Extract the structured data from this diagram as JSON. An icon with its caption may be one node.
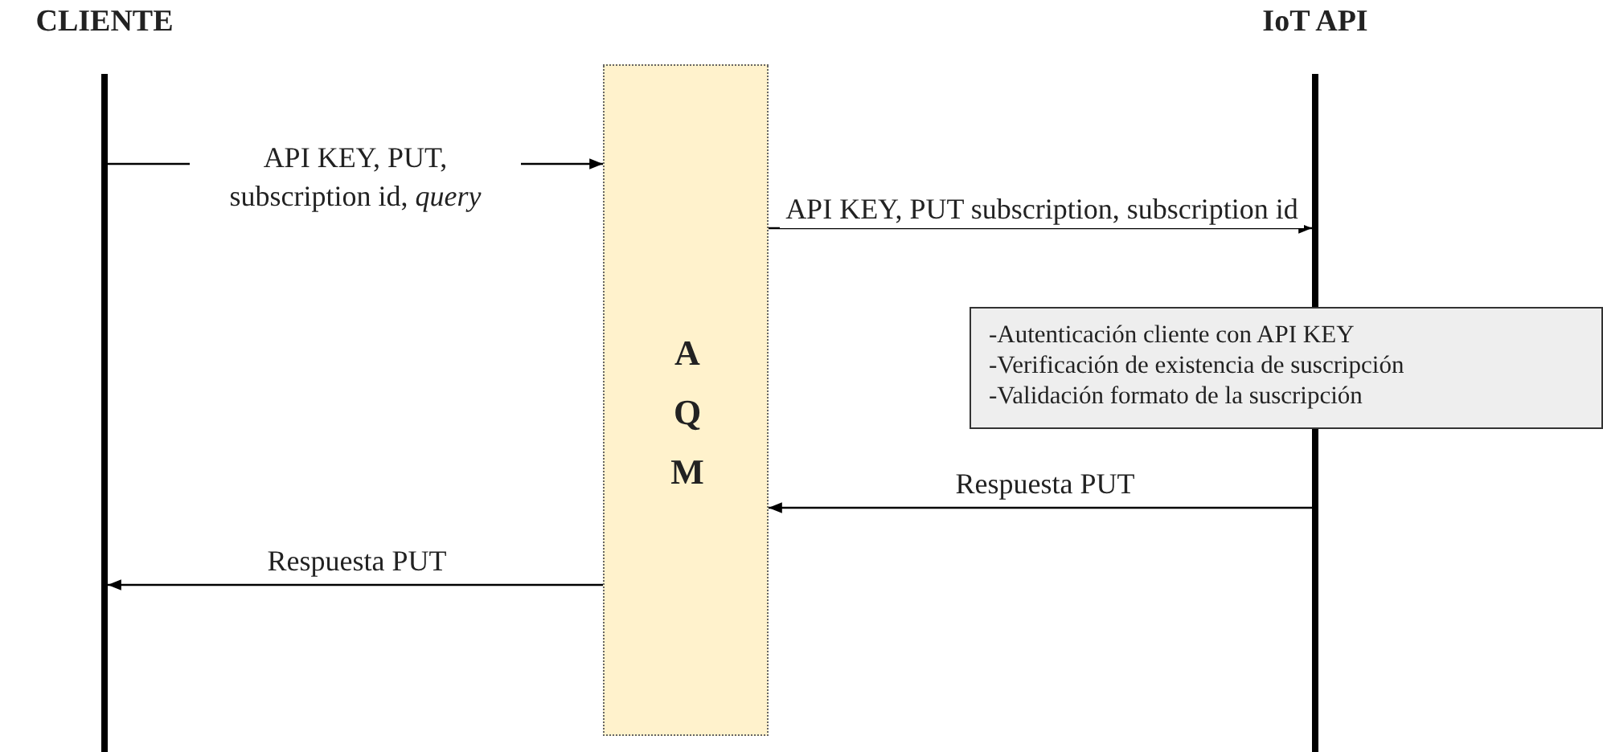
{
  "diagram": {
    "nodes": [
      {
        "text": [
          "CLIENTE"
        ]
      },
      {
        "text": [
          "A Q M"
        ]
      },
      {
        "text": [
          "IoT API"
        ]
      },
      {
        "text": [
          "-Autenticación cliente con API KEY",
          "-Verificación de existencia de suscripción",
          "-Validación formato de la suscripción"
        ]
      }
    ],
    "edges": [
      {
        "from": 0,
        "to": 1,
        "arrow": "to",
        "label": "API KEY, PUT, subscription id, *query*"
      },
      {
        "from": 1,
        "to": 2,
        "arrow": "to",
        "label": "API KEY, PUT subscription, subscription id"
      },
      {
        "from": 2,
        "to": 1,
        "arrow": "to",
        "label": "Respuesta PUT"
      },
      {
        "from": 1,
        "to": 0,
        "arrow": "to",
        "label": "Respuesta PUT"
      }
    ]
  }
}
